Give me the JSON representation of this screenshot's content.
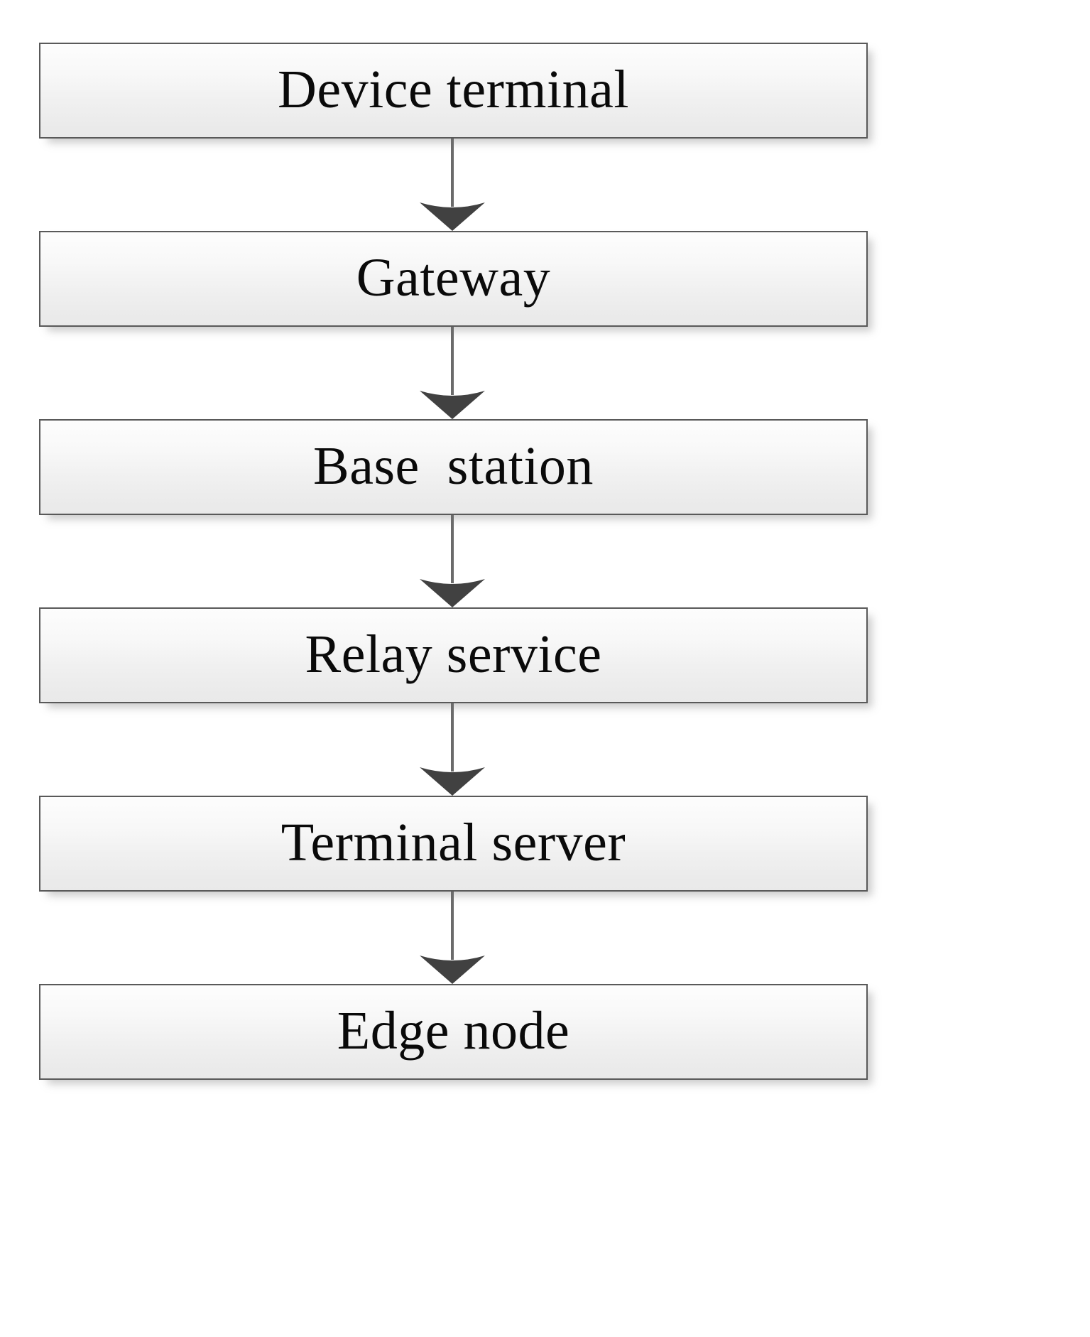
{
  "diagram": {
    "type": "vertical-flowchart",
    "title": "",
    "orientation": "top-to-bottom",
    "node_count": 6,
    "connector_count": 5,
    "colors": {
      "box_border": "#595959",
      "box_fill_top": "#fdfdfd",
      "box_fill_bottom": "#e9e9e9",
      "text": "#0a0a0a",
      "arrow": "#414141",
      "connector_line": "#6b6b6b",
      "background": "#ffffff"
    },
    "nodes": [
      {
        "id": "device-terminal",
        "label": "Device terminal"
      },
      {
        "id": "gateway",
        "label": "Gateway"
      },
      {
        "id": "base-station",
        "label": "Base  station"
      },
      {
        "id": "relay-service",
        "label": "Relay service"
      },
      {
        "id": "terminal-server",
        "label": "Terminal server"
      },
      {
        "id": "edge-node",
        "label": "Edge node"
      }
    ],
    "connectors": [
      {
        "id": "c1",
        "from": "device-terminal",
        "to": "gateway",
        "style": "solid-arrow-down"
      },
      {
        "id": "c2",
        "from": "gateway",
        "to": "base-station",
        "style": "solid-arrow-down"
      },
      {
        "id": "c3",
        "from": "base-station",
        "to": "relay-service",
        "style": "solid-arrow-down"
      },
      {
        "id": "c4",
        "from": "relay-service",
        "to": "terminal-server",
        "style": "solid-arrow-down"
      },
      {
        "id": "c5",
        "from": "terminal-server",
        "to": "edge-node",
        "style": "solid-arrow-down"
      }
    ]
  }
}
